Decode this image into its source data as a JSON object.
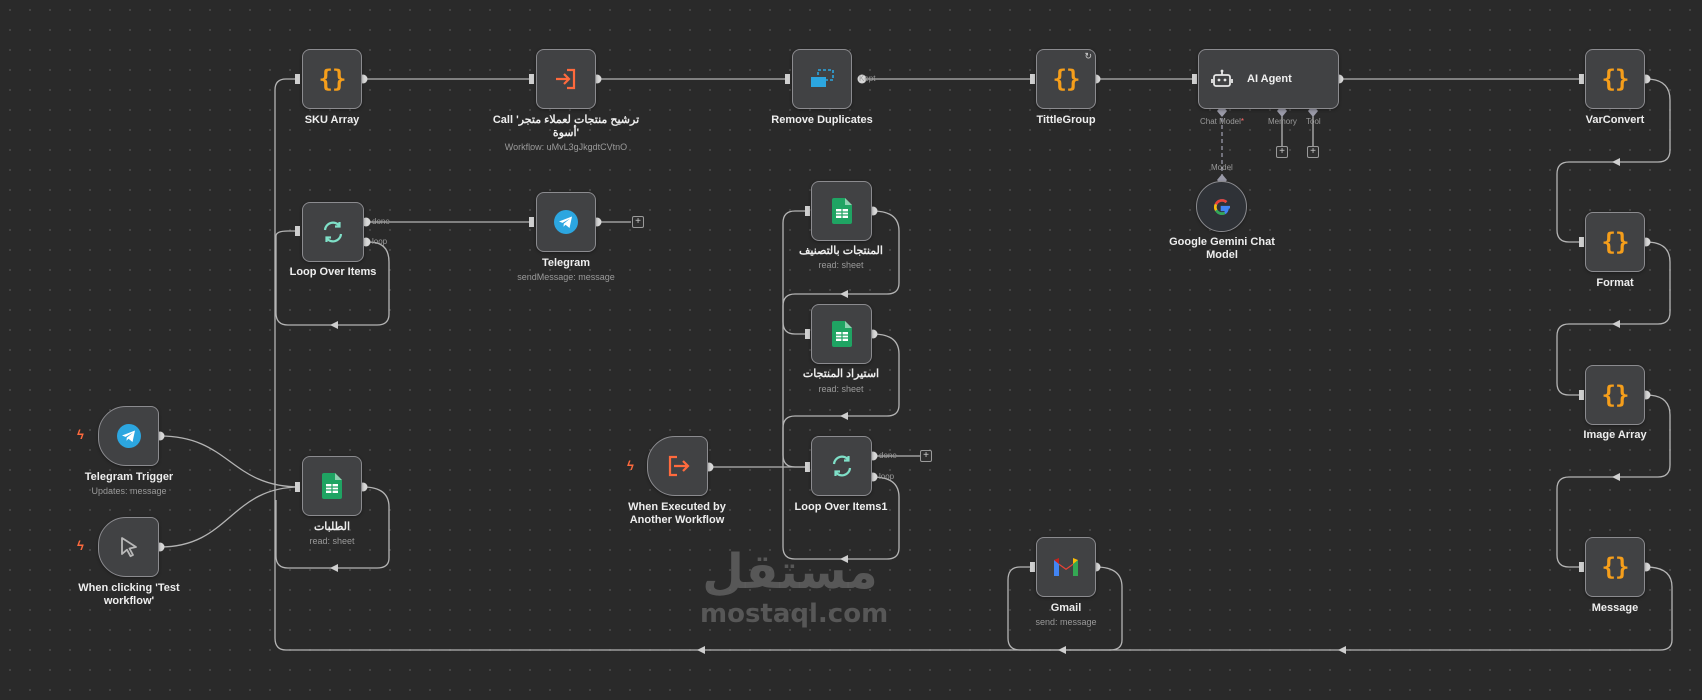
{
  "canvas": {
    "background": "#2a2a2a",
    "wire_color": "#b4b4b4"
  },
  "colors": {
    "accent_orange": "#f59e1b",
    "trigger_red": "#ff6a3d",
    "telegram_blue": "#2ca6e0",
    "sheets_green": "#1fa463",
    "loop_teal": "#7fe0c8",
    "gmail_red": "#ea4335"
  },
  "nodes": {
    "sku_array": {
      "title": "SKU Array",
      "icon": "code-braces-icon"
    },
    "call_workflow": {
      "title": "Call 'ترشيح منتجات لعملاء متجر أسوة'",
      "subtitle": "Workflow: uMvL3gJkgdtCVtnO",
      "icon": "enter-arrow-icon"
    },
    "remove_duplicates": {
      "title": "Remove Duplicates",
      "icon": "remove-duplicates-icon",
      "port_kept": "Kept"
    },
    "tittle_group": {
      "title": "TittleGroup",
      "icon": "code-braces-icon"
    },
    "ai_agent": {
      "title": "AI Agent",
      "icon": "robot-icon",
      "port_chat_model": "Chat Model",
      "port_memory": "Memory",
      "port_tool": "Tool",
      "required_marker": "*"
    },
    "gemini": {
      "title": "Google Gemini Chat Model",
      "icon": "google-icon",
      "port_model": "Model"
    },
    "var_convert": {
      "title": "VarConvert",
      "icon": "code-braces-icon"
    },
    "format": {
      "title": "Format",
      "icon": "code-braces-icon"
    },
    "image_array": {
      "title": "Image Array",
      "icon": "code-braces-icon"
    },
    "message": {
      "title": "Message",
      "icon": "code-braces-icon"
    },
    "loop_over_items": {
      "title": "Loop Over Items",
      "icon": "loop-icon",
      "port_done": "done",
      "port_loop": "loop"
    },
    "telegram": {
      "title": "Telegram",
      "subtitle": "sendMessage: message",
      "icon": "telegram-icon"
    },
    "sheet_by_category": {
      "title": "المنتجات بالتصنيف",
      "subtitle": "read: sheet",
      "icon": "google-sheets-icon"
    },
    "sheet_products": {
      "title": "استيراد المنتجات",
      "subtitle": "read: sheet",
      "icon": "google-sheets-icon"
    },
    "loop_over_items1": {
      "title": "Loop Over Items1",
      "icon": "loop-icon",
      "port_done": "done",
      "port_loop": "loop"
    },
    "exec_trigger": {
      "title": "When Executed by Another Workflow",
      "icon": "exit-arrow-icon"
    },
    "telegram_trigger": {
      "title": "Telegram Trigger",
      "subtitle": "Updates: message",
      "icon": "telegram-icon"
    },
    "manual_trigger": {
      "title": "When clicking 'Test workflow'",
      "icon": "cursor-icon"
    },
    "requests_sheet": {
      "title": "الطلبات",
      "subtitle": "read: sheet",
      "icon": "google-sheets-icon"
    },
    "gmail": {
      "title": "Gmail",
      "subtitle": "send: message",
      "icon": "gmail-icon"
    }
  },
  "watermark": {
    "arabic": "مستقل",
    "latin": "mostaql.com"
  }
}
